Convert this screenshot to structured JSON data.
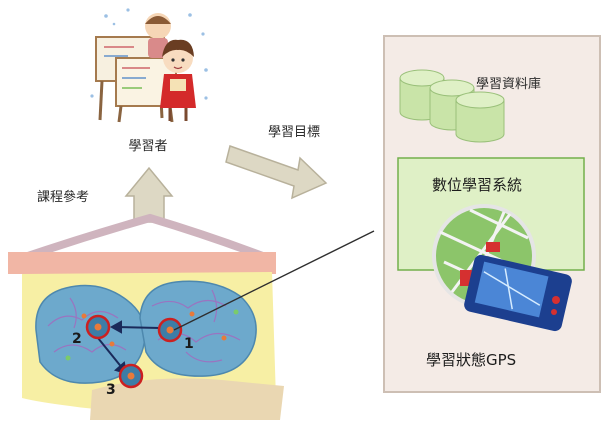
{
  "labels": {
    "learner": "學習者",
    "course_reference": "課程參考",
    "learning_goal": "學習目標",
    "learning_database": "學習資料庫",
    "digital_learning_system": "數位學習系統",
    "learning_status_gps": "學習狀態GPS"
  },
  "map_nodes": [
    {
      "id": "node-1",
      "label": "1"
    },
    {
      "id": "node-2",
      "label": "2"
    },
    {
      "id": "node-3",
      "label": "3"
    }
  ],
  "colors": {
    "arrow_fill": "#ddd8c4",
    "panel_bg": "#f4ebe6",
    "panel_border": "#cdbfb4",
    "system_bg": "#dff0c6",
    "system_border": "#73b04c",
    "database": "#c9e4a8",
    "band_pink": "#f1b6a5",
    "map_yellow": "#f7efa4",
    "brain_blue": "#6da9cc",
    "node_ring": "#cc2020",
    "gps_device": "#1c3f8f"
  }
}
